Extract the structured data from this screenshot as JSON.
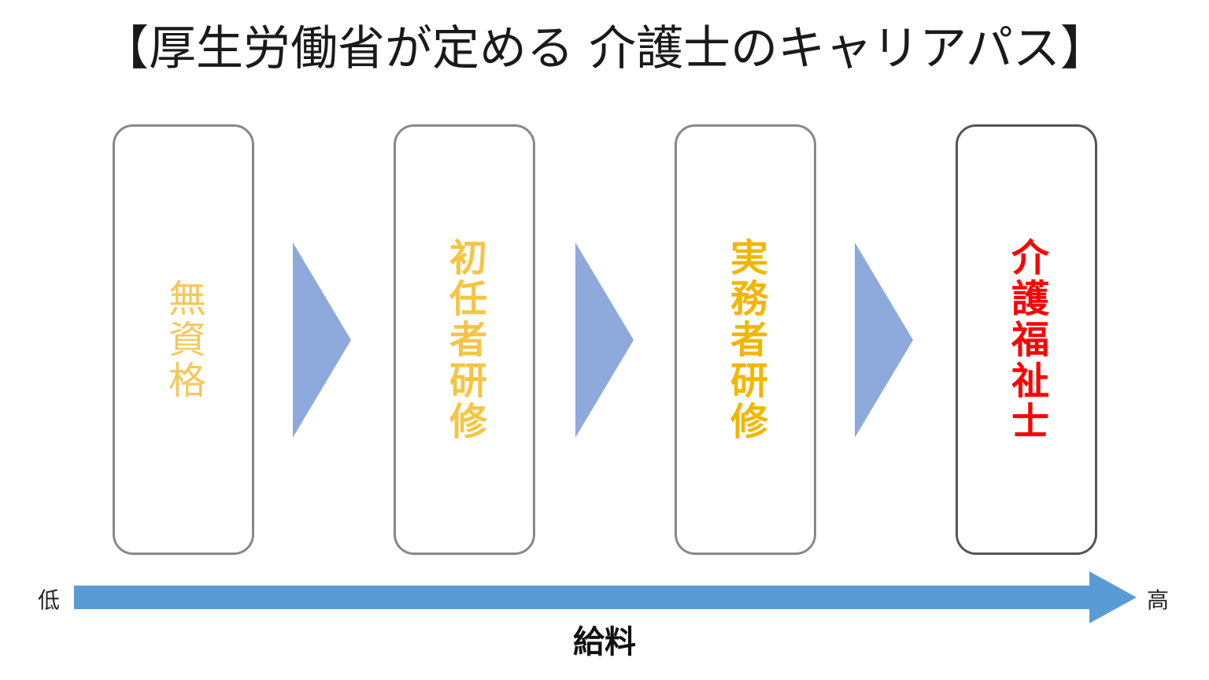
{
  "title": "【厚生労働省が定める 介護士のキャリアパス】",
  "stages": [
    {
      "label": "無資格",
      "color": "#F5C85A"
    },
    {
      "label": "初任者研修",
      "color": "#F5C542"
    },
    {
      "label": "実務者研修",
      "color": "#F2B600"
    },
    {
      "label": "介護福祉士",
      "color": "#FF0000"
    }
  ],
  "step_arrow_color": "#8EA9DB",
  "salary_arrow": {
    "color": "#5B9BD5",
    "low_label": "低",
    "high_label": "高",
    "axis_label": "給料"
  }
}
